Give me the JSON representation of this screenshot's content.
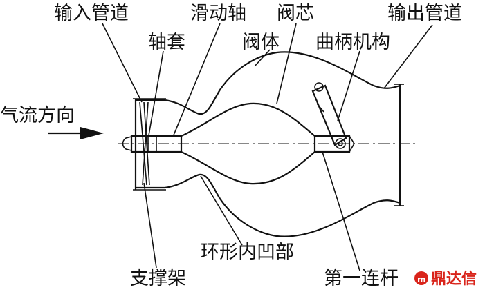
{
  "labels": {
    "inlet_pipe": "输入管道",
    "sliding_shaft": "滑动轴",
    "valve_core": "阀芯",
    "outlet_pipe": "输出管道",
    "shaft_sleeve": "轴套",
    "valve_body": "阀体",
    "crank_mechanism": "曲柄机构",
    "airflow_direction": "气流方向",
    "annular_recess": "环形内凹部",
    "support_frame": "支撑架",
    "first_link": "第一连杆"
  },
  "watermark": {
    "text": "鼎达信",
    "color": "#d9241b"
  }
}
